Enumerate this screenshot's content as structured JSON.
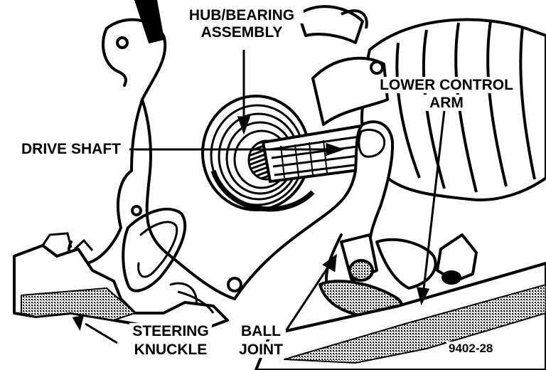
{
  "labels": {
    "hub_bearing_line1": "HUB/BEARING",
    "hub_bearing_line2": "ASSEMBLY",
    "lower_control_arm_line1": "LOWER CONTROL",
    "lower_control_arm_line2": "ARM",
    "drive_shaft": "DRIVE SHAFT",
    "steering_knuckle_line1": "STEERING",
    "steering_knuckle_line2": "KNUCKLE",
    "ball_joint_line1": "BALL",
    "ball_joint_line2": "JOINT"
  },
  "figure_number": "9402-28",
  "colors": {
    "ink": "#000000",
    "paper": "#ffffff"
  }
}
